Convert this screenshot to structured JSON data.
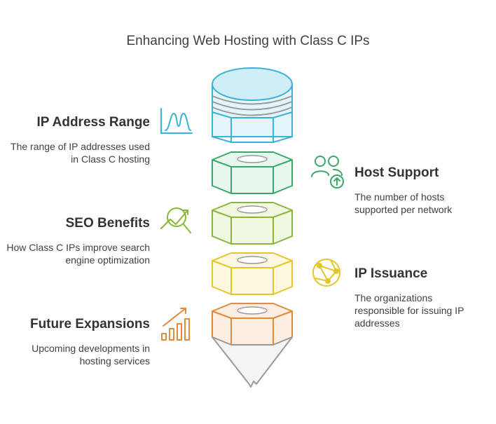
{
  "title": "Enhancing Web Hosting with Class C IPs",
  "items": [
    {
      "title": "IP Address Range",
      "description": "The range of IP addresses used in Class C hosting",
      "icon": "bell-curve-icon",
      "color": "#3ab3d4"
    },
    {
      "title": "Host Support",
      "description": "The number of hosts supported per network",
      "icon": "users-upload-icon",
      "color": "#3aa86b"
    },
    {
      "title": "SEO Benefits",
      "description": "How Class C IPs improve search engine optimization",
      "icon": "search-trend-icon",
      "color": "#88b63a"
    },
    {
      "title": "IP Issuance",
      "description": "The organizations responsible for issuing IP addresses",
      "icon": "network-globe-icon",
      "color": "#e3c72a"
    },
    {
      "title": "Future Expansions",
      "description": "Upcoming developments in hosting services",
      "icon": "growth-chart-icon",
      "color": "#e08a3a"
    }
  ]
}
